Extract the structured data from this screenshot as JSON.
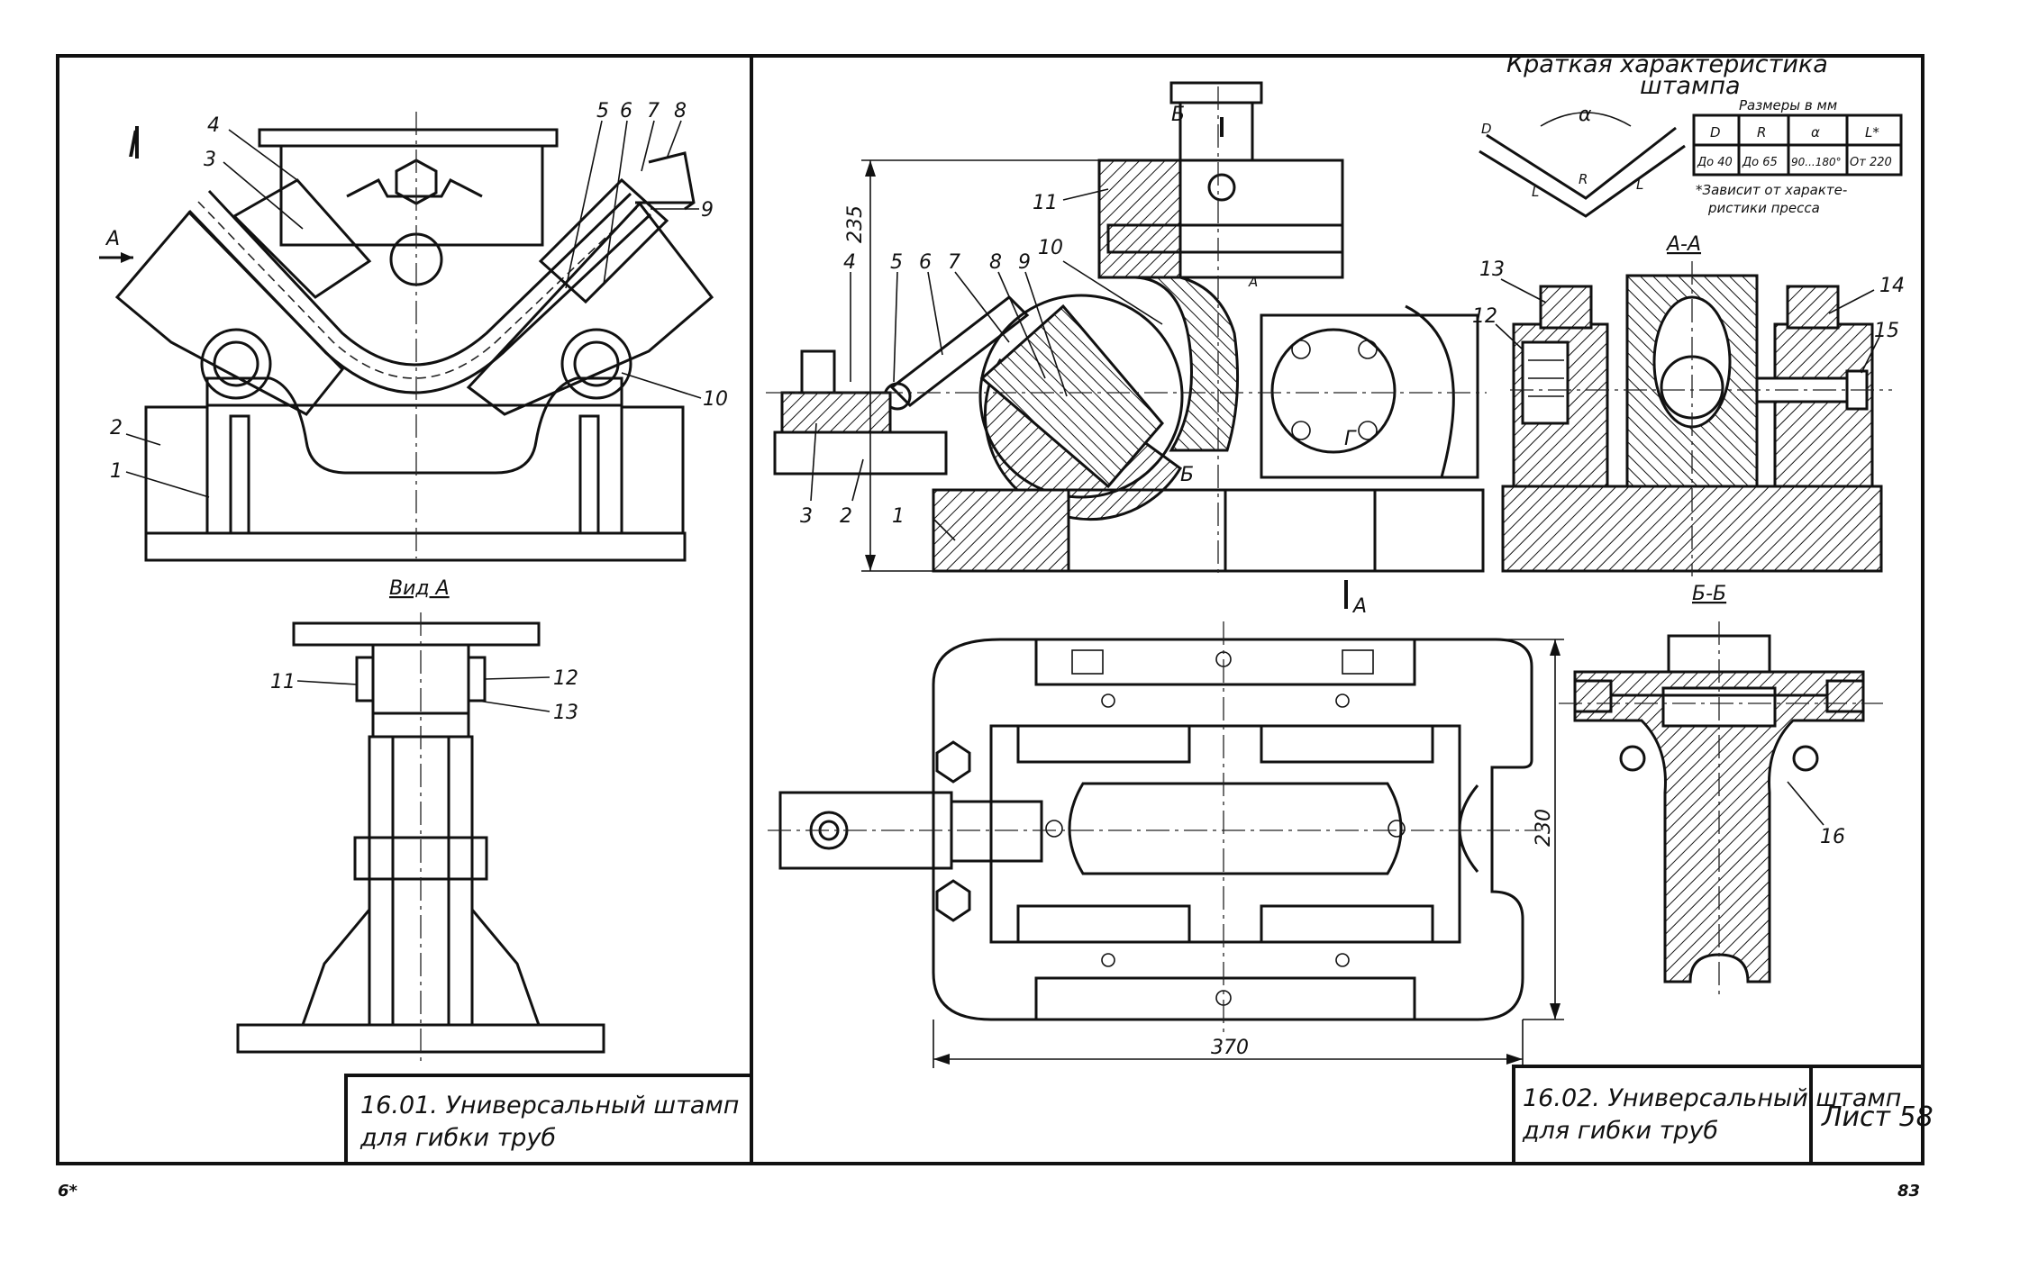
{
  "sheet": {
    "page_left_number": "6*",
    "page_right_number": "83",
    "sheet_label": "Лист 58"
  },
  "drawing_1": {
    "title_line1": "16.01. Универсальный штамп",
    "title_line2": "для гибки труб",
    "section_mark": "I",
    "view_arrow_label": "А",
    "view_a_label": "Вид А",
    "front_callouts": [
      "1",
      "2",
      "3",
      "4",
      "5",
      "6",
      "7",
      "8",
      "9",
      "10"
    ],
    "view_a_callouts": [
      "11",
      "12",
      "13"
    ]
  },
  "drawing_2": {
    "title_line1": "16.02. Универсальный штамп",
    "title_line2": "для гибки труб",
    "height_dimension": "235",
    "width_dimension": "370",
    "depth_dimension": "230",
    "section_aa_label": "А-А",
    "section_bb_label": "Б-Б",
    "cut_b_label": "Б",
    "cut_a_label": "А",
    "cut_g_label": "Г",
    "view_arrow_label": "А",
    "front_callouts": [
      "1",
      "2",
      "3",
      "4",
      "5",
      "6",
      "7",
      "8",
      "9",
      "10",
      "11"
    ],
    "section_callouts": [
      "12",
      "13",
      "14",
      "15"
    ],
    "section_bb_callouts": [
      "16"
    ]
  },
  "characteristics": {
    "title_line1": "Краткая   характеристика",
    "title_line2": "штампа",
    "units_note": "Размеры в мм",
    "sketch_labels": {
      "diameter": "D",
      "radius": "R",
      "angle": "α",
      "length": "L"
    },
    "table_headers": [
      "D",
      "R",
      "α",
      "L*"
    ],
    "table_values": [
      "До 40",
      "До 65",
      "90...180°",
      "От 220"
    ],
    "footnote_line1": "*Зависит от характе-",
    "footnote_line2": "ристики пресса"
  }
}
